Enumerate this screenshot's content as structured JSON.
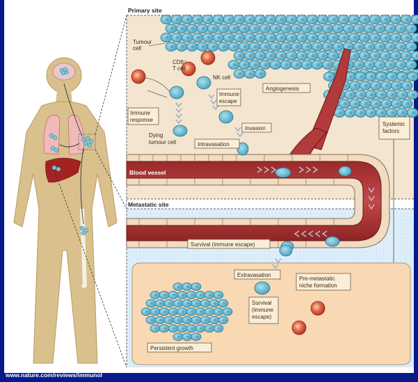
{
  "sections": {
    "primary": "Primary site",
    "metastatic": "Metastatic site",
    "vessel": "Blood vessel"
  },
  "labels": {
    "tumour_cell": [
      "Tumour",
      "cell"
    ],
    "cd8": [
      "CD8⁺",
      "T cell"
    ],
    "nk": "NK cell",
    "immune_escape": [
      "Immune",
      "escape"
    ],
    "immune_response": [
      "Immune",
      "response"
    ],
    "angiogenesis": "Angiogenesis",
    "invasion": "Invasion",
    "dying": [
      "Dying",
      "tumour cell"
    ],
    "intravasation": "Intravasation",
    "systemic": [
      "Systemic",
      "factors"
    ],
    "survival_vessel": "Survival (immune escape)",
    "extravasation": "Extravasation",
    "premetastatic": [
      "Pre-metastatic",
      "niche formation"
    ],
    "survival_meta": [
      "Survival",
      "(immune",
      "escape)"
    ],
    "persistent": "Persistent growth"
  },
  "footer": "www.nature.com/reviews/immunol",
  "colors": {
    "background": "#061a8a",
    "primary_panel": "#f3e5cf",
    "metastatic_panel": "#ddeefa",
    "niche": "#f8d9b4",
    "vessel": "#b23a3a",
    "tumour_cell": "#6fc0d6",
    "body": "#d9c08c"
  }
}
